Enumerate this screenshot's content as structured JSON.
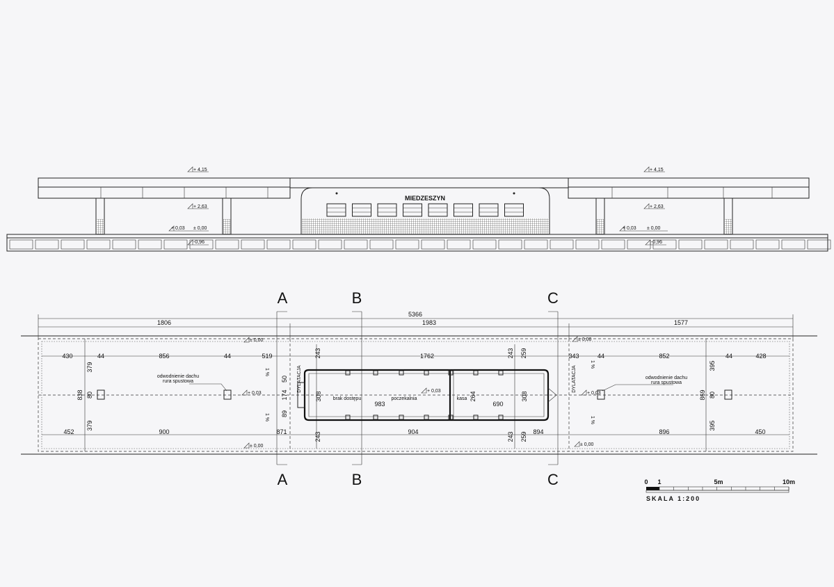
{
  "elevation": {
    "station_name": "MIEDZESZYN",
    "levels": {
      "roof": "4,15",
      "canopy": "2,63",
      "platform": "0,03",
      "zero": "0,00",
      "track": "0,96"
    },
    "level_prefix_pm": "±",
    "level_prefix_plus": "+",
    "level_prefix_minus": "-"
  },
  "plan": {
    "sections": {
      "a": "A",
      "b": "B",
      "c": "C"
    },
    "overall_length": "5366",
    "segments": [
      "1806",
      "1983",
      "1577"
    ],
    "left": {
      "top_dims": [
        "430",
        "44",
        "856",
        "44",
        "519"
      ],
      "bottom_dims": [
        "452",
        "900",
        "871"
      ],
      "vertical_dims": [
        "379",
        "80",
        "838",
        "379"
      ],
      "pipe_note_1": "odwodnienie dachu",
      "pipe_note_2": "rura spustowa"
    },
    "center": {
      "top_dims": [
        "243",
        "1762",
        "243",
        "259"
      ],
      "bottom_dims": [
        "243",
        "904",
        "243",
        "259",
        "894"
      ],
      "vertical_dims": [
        "50",
        "174",
        "89",
        "308",
        "264",
        "308"
      ],
      "dim_inner_a": "983",
      "dim_inner_b": "690",
      "room_1": "brak dostępu",
      "room_2": "poczekalnia",
      "room_3": "kasa",
      "dylatacja": "DYLATACJA",
      "slope": "1 %"
    },
    "right": {
      "top_dims": [
        "343",
        "44",
        "852",
        "44",
        "428"
      ],
      "bottom_dims": [
        "896",
        "395",
        "450"
      ],
      "vertical_dims": [
        "395",
        "80",
        "869",
        "395"
      ],
      "pipe_note_1": "odwodnienie dachu",
      "pipe_note_2": "rura spustowa",
      "dylatacja": "DYLATACJA"
    },
    "levels": {
      "zero": "0,00",
      "platform": "0,03"
    }
  },
  "scale": {
    "ticks": [
      "0",
      "1",
      "5m",
      "10m"
    ],
    "label": "SKALA  1:200"
  }
}
